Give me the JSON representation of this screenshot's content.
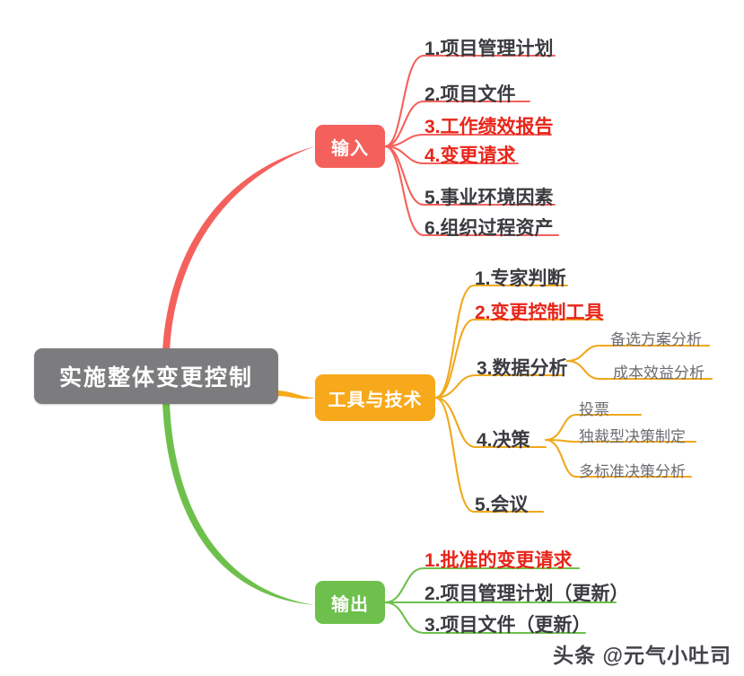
{
  "diagram": {
    "type": "mind-map",
    "root": {
      "label": "实施整体变更控制",
      "color": "#7c7c7e"
    },
    "branches": [
      {
        "id": "input",
        "label": "输入",
        "color": "#f4615c",
        "items": [
          {
            "label": "1.项目管理计划",
            "highlight": false
          },
          {
            "label": "2.项目文件",
            "highlight": false
          },
          {
            "label": "3.工作绩效报告",
            "highlight": true
          },
          {
            "label": "4.变更请求",
            "highlight": true
          },
          {
            "label": "5.事业环境因素",
            "highlight": false
          },
          {
            "label": "6.组织过程资产",
            "highlight": false
          }
        ]
      },
      {
        "id": "tools",
        "label": "工具与技术",
        "color": "#f7a91b",
        "items": [
          {
            "label": "1.专家判断",
            "highlight": false,
            "children": []
          },
          {
            "label": "2.变更控制工具",
            "highlight": true,
            "children": []
          },
          {
            "label": "3.数据分析",
            "highlight": false,
            "children": [
              "备选方案分析",
              "成本效益分析"
            ]
          },
          {
            "label": "4.决策",
            "highlight": false,
            "children": [
              "投票",
              "独裁型决策制定",
              "多标准决策分析"
            ]
          },
          {
            "label": "5.会议",
            "highlight": false,
            "children": []
          }
        ]
      },
      {
        "id": "output",
        "label": "输出",
        "color": "#6ec04c",
        "items": [
          {
            "label": "1.批准的变更请求",
            "highlight": true
          },
          {
            "label": "2.项目管理计划（更新）",
            "highlight": false
          },
          {
            "label": "3.项目文件（更新）",
            "highlight": false
          }
        ]
      }
    ],
    "highlight_color": "#e8251a",
    "text_color": "#3b3b40",
    "subtext_color": "#6d6d72",
    "background": "#ffffff"
  },
  "watermark": {
    "text": "头条 @元气小吐司"
  }
}
